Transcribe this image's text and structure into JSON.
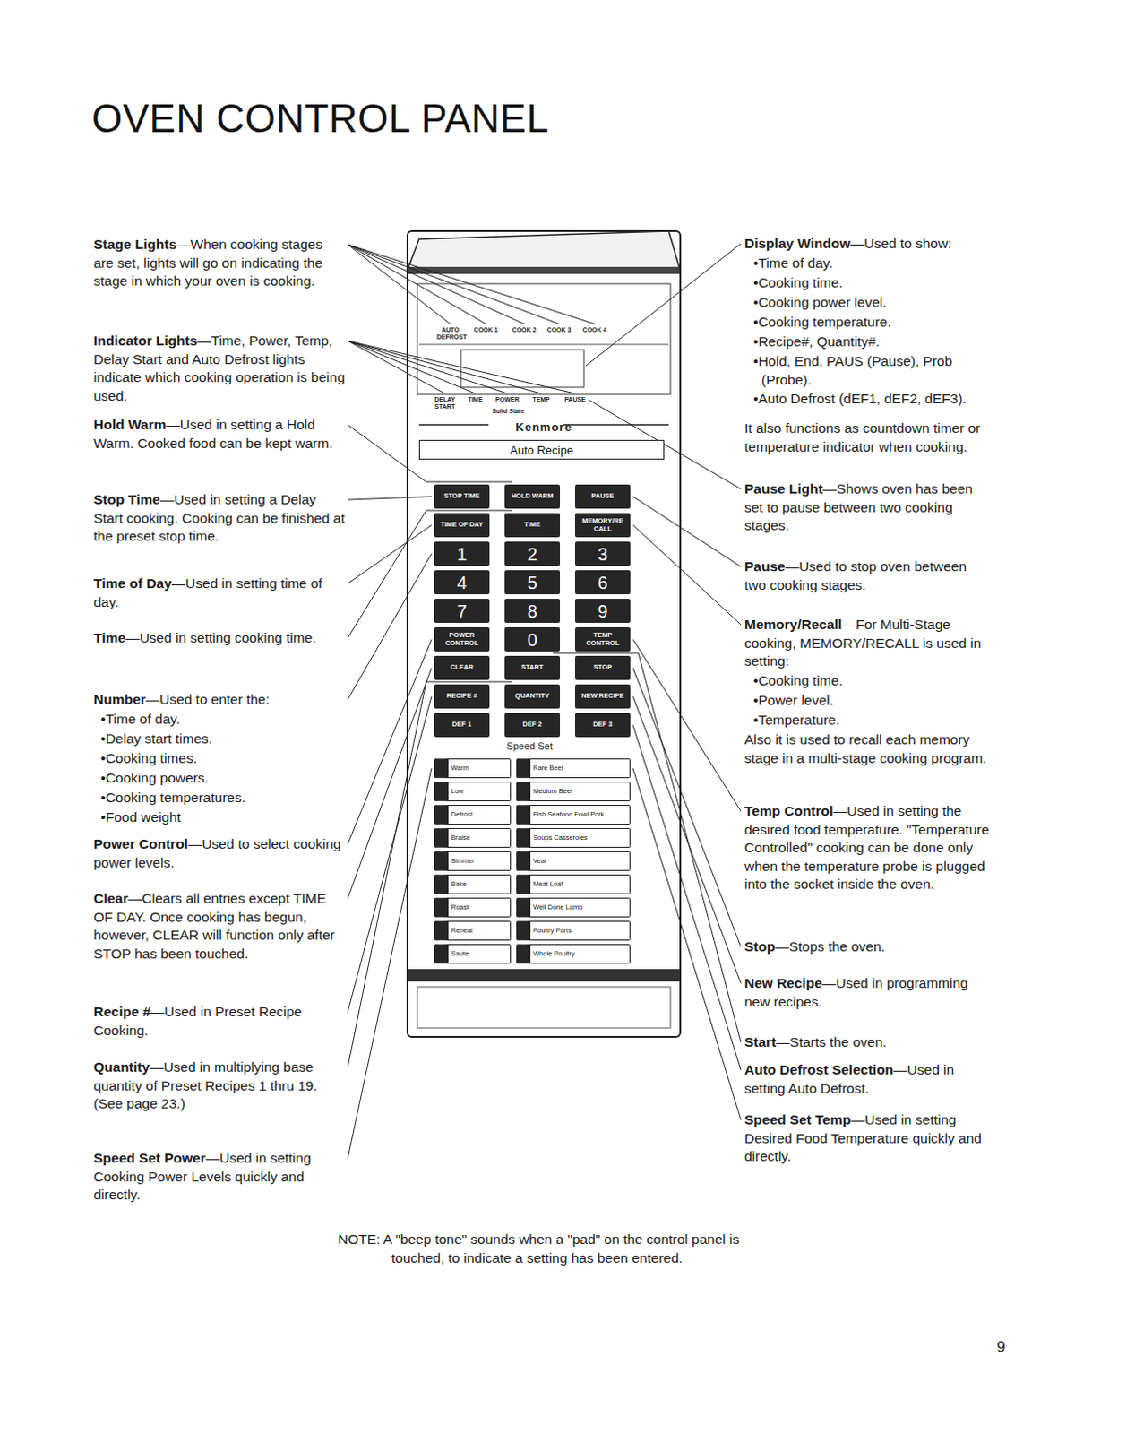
{
  "diagram": {
    "title": "OVEN CONTROL PANEL",
    "nodes": [
      {
        "text": [
          "Kenmore"
        ]
      },
      {
        "text": [
          "Auto Recipe"
        ],
        "in": 0
      },
      {
        "text": [
          "STOP TIME"
        ],
        "in": 0
      },
      {
        "text": [
          "HOLD WARM"
        ],
        "in": 0
      },
      {
        "text": [
          "PAUSE"
        ],
        "in": 0
      },
      {
        "text": [
          "TIME OF DAY"
        ],
        "in": 0
      },
      {
        "text": [
          "TIME"
        ],
        "in": 0
      },
      {
        "text": [
          "MEMORY/RECALL"
        ],
        "in": 0
      },
      {
        "text": [
          "1"
        ],
        "in": 0
      },
      {
        "text": [
          "2"
        ],
        "in": 0
      },
      {
        "text": [
          "3"
        ],
        "in": 0
      },
      {
        "text": [
          "4"
        ],
        "in": 0
      },
      {
        "text": [
          "5"
        ],
        "in": 0
      },
      {
        "text": [
          "6"
        ],
        "in": 0
      },
      {
        "text": [
          "7"
        ],
        "in": 0
      },
      {
        "text": [
          "8"
        ],
        "in": 0
      },
      {
        "text": [
          "9"
        ],
        "in": 0
      },
      {
        "text": [
          "POWER CONTROL"
        ],
        "in": 0
      },
      {
        "text": [
          "0"
        ],
        "in": 0
      },
      {
        "text": [
          "TEMP CONTROL"
        ],
        "in": 0
      },
      {
        "text": [
          "CLEAR"
        ],
        "in": 0
      },
      {
        "text": [
          "START"
        ],
        "in": 0
      },
      {
        "text": [
          "STOP"
        ],
        "in": 0
      },
      {
        "text": [
          "RECIPE #"
        ],
        "in": 0
      },
      {
        "text": [
          "QUANTITY"
        ],
        "in": 0
      },
      {
        "text": [
          "NEW RECIPE"
        ],
        "in": 0
      },
      {
        "text": [
          "DEF 1"
        ],
        "in": 0
      },
      {
        "text": [
          "DEF 2"
        ],
        "in": 0
      },
      {
        "text": [
          "DEF 3"
        ],
        "in": 0
      },
      {
        "text": [
          "Warm"
        ],
        "in": 0
      },
      {
        "text": [
          "Rare Beef"
        ],
        "in": 0
      },
      {
        "text": [
          "Low"
        ],
        "in": 0
      },
      {
        "text": [
          "Medium Beef"
        ],
        "in": 0
      },
      {
        "text": [
          "Defrost"
        ],
        "in": 0
      },
      {
        "text": [
          "Fish Seafood Fowl Pork"
        ],
        "in": 0
      },
      {
        "text": [
          "Braise"
        ],
        "in": 0
      },
      {
        "text": [
          "Soups Casseroles"
        ],
        "in": 0
      },
      {
        "text": [
          "Simmer"
        ],
        "in": 0
      },
      {
        "text": [
          "Veal"
        ],
        "in": 0
      },
      {
        "text": [
          "Bake"
        ],
        "in": 0
      },
      {
        "text": [
          "Meat Loaf"
        ],
        "in": 0
      },
      {
        "text": [
          "Roast"
        ],
        "in": 0
      },
      {
        "text": [
          "Well Done Lamb"
        ],
        "in": 0
      },
      {
        "text": [
          "Reheat"
        ],
        "in": 0
      },
      {
        "text": [
          "Poultry Parts"
        ],
        "in": 0
      },
      {
        "text": [
          "Saute"
        ],
        "in": 0
      },
      {
        "text": [
          "Whole Poultry"
        ],
        "in": 0
      }
    ],
    "labels": [
      "Stage Lights—When cooking stages are set, lights will go on indicating the stage in which your oven is cooking.",
      "Indicator Lights—Time, Power, Temp, Delay Start and Auto Defrost lights indicate which cooking operation is being used.",
      "Hold Warm—Used in setting a Hold Warm. Cooked food can be kept warm.",
      "Stop Time—Used in setting a Delay Start cooking. Cooking can be finished at the preset stop time.",
      "Time of Day—Used in setting time of day.",
      "Time—Used in setting cooking time.",
      "Number—Used to enter the:",
      "•Time of day.",
      "•Delay start times.",
      "•Cooking times.",
      "•Cooking powers.",
      "•Cooking temperatures.",
      "•Food weight",
      "Power Control—Used to select cooking power levels.",
      "Clear—Clears all entries except TIME OF DAY. Once cooking has begun, however, CLEAR will function only after STOP has been touched.",
      "Recipe #—Used in Preset Recipe Cooking.",
      "Quantity—Used in multiplying base quantity of Preset Recipes 1 thru 19. (See page 23.)",
      "Speed Set Power—Used in setting Cooking Power Levels quickly and directly.",
      "Display Window—Used to show:",
      "•Time of day.",
      "•Cooking time.",
      "•Cooking power level.",
      "•Cooking temperature.",
      "•Recipe#, Quantity#.",
      "•Hold, End, PAUS (Pause), Prob (Probe).",
      "•Auto Defrost (dEF1, dEF2, dEF3).",
      "It also functions as countdown timer or temperature indicator when cooking.",
      "Pause Light—Shows oven has been set to pause between two cooking stages.",
      "Pause—Used to stop oven between two cooking stages.",
      "Memory/Recall—For Multi-Stage cooking, MEMORY/RECALL is used in setting:",
      "•Cooking time.",
      "•Power level.",
      "•Temperature.",
      "Also it is used to recall each memory stage in a multi-stage cooking program.",
      "Temp Control—Used in setting the desired food temperature. \"Temperature Controlled\" cooking can be done only when the temperature probe is plugged into the socket inside the oven.",
      "Stop—Stops the oven.",
      "New Recipe—Used in programming new recipes.",
      "Start—Starts the oven.",
      "Auto Defrost Selection—Used in setting Auto Defrost.",
      "Speed Set Temp—Used in setting Desired Food Temperature quickly and directly.",
      "NOTE: A \"beep tone\" sounds when a \"pad\" on the control panel is touched, to indicate a setting has been entered.",
      "9",
      "AUTO DEFROST",
      "COOK 1",
      "COOK 2",
      "COOK 3",
      "COOK 4",
      "DELAY START",
      "TIME",
      "POWER",
      "TEMP",
      "PAUSE",
      "Solid State",
      "Speed Set"
    ]
  }
}
